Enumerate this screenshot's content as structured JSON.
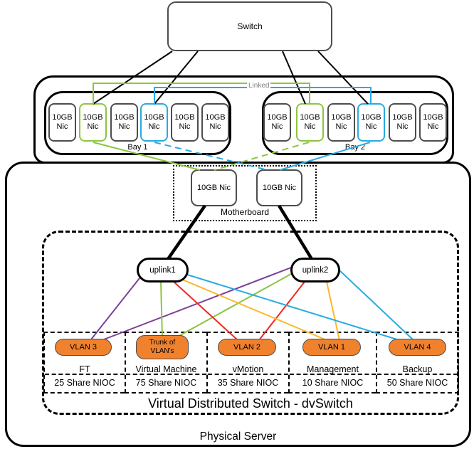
{
  "diagram": {
    "switch": {
      "label": "Switch"
    },
    "linked": {
      "label": "Linked"
    },
    "bays": [
      {
        "label": "Bay 1",
        "nics": [
          {
            "label": "10GB Nic",
            "highlight": null
          },
          {
            "label": "10GB Nic",
            "highlight": "green"
          },
          {
            "label": "10GB Nic",
            "highlight": null
          },
          {
            "label": "10GB Nic",
            "highlight": "blue"
          },
          {
            "label": "10GB Nic",
            "highlight": null
          },
          {
            "label": "10GB Nic",
            "highlight": null
          }
        ]
      },
      {
        "label": "Bay 2",
        "nics": [
          {
            "label": "10GB Nic",
            "highlight": null
          },
          {
            "label": "10GB Nic",
            "highlight": "green"
          },
          {
            "label": "10GB Nic",
            "highlight": null
          },
          {
            "label": "10GB Nic",
            "highlight": "blue"
          },
          {
            "label": "10GB Nic",
            "highlight": null
          },
          {
            "label": "10GB Nic",
            "highlight": null
          }
        ]
      }
    ],
    "motherboard": {
      "label": "Motherboard",
      "nics": [
        {
          "label": "10GB Nic"
        },
        {
          "label": "10GB Nic"
        }
      ]
    },
    "uplinks": [
      {
        "label": "uplink1"
      },
      {
        "label": "uplink2"
      }
    ],
    "portgroups": [
      {
        "vlan": "VLAN 3",
        "name": "FT",
        "nioc": "25 Share NIOC",
        "line_color": "purple"
      },
      {
        "vlan": "Trunk of VLAN's",
        "name": "Virtual Machine",
        "nioc": "75 Share NIOC",
        "line_color": "green"
      },
      {
        "vlan": "VLAN 2",
        "name": "vMotion",
        "nioc": "35 Share NIOC",
        "line_color": "red"
      },
      {
        "vlan": "VLAN 1",
        "name": "Management",
        "nioc": "10 Share NIOC",
        "line_color": "amber"
      },
      {
        "vlan": "VLAN 4",
        "name": "Backup",
        "nioc": "50 Share NIOC",
        "line_color": "blue"
      }
    ],
    "dvswitch": {
      "title": "Virtual Distributed Switch - dvSwitch"
    },
    "physical_server": {
      "label": "Physical Server"
    },
    "colors": {
      "vlan_pill": "#F0812D",
      "purple": "#7C4199",
      "green": "#8CC63F",
      "red": "#EE2A24",
      "amber": "#FDB72D",
      "blue": "#29ABE2",
      "linked_text": "#808080"
    }
  }
}
